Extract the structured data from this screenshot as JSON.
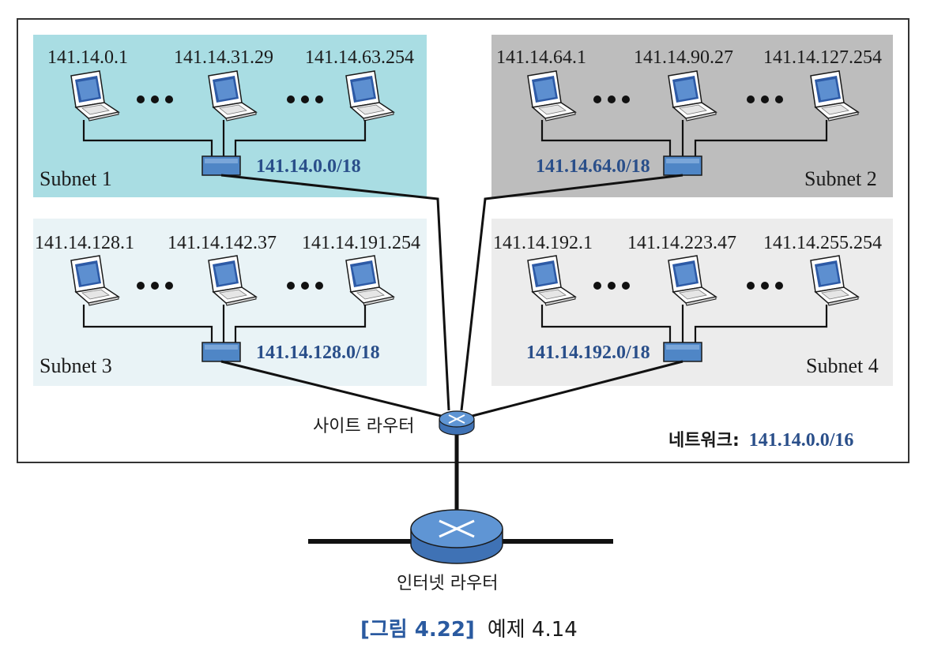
{
  "network": {
    "label": "네트워크:",
    "address": "141.14.0.0/16"
  },
  "site_router": {
    "label": "사이트 라우터"
  },
  "internet_router": {
    "label": "인터넷 라우터"
  },
  "caption": {
    "figure": "[그림 4.22]",
    "title": "예제 4.14"
  },
  "subnets": [
    {
      "name": "Subnet 1",
      "address": "141.14.0.0/18",
      "hosts": [
        "141.14.0.1",
        "141.14.31.29",
        "141.14.63.254"
      ],
      "bg": "#a9dde3"
    },
    {
      "name": "Subnet 2",
      "address": "141.14.64.0/18",
      "hosts": [
        "141.14.64.1",
        "141.14.90.27",
        "141.14.127.254"
      ],
      "bg": "#bdbdbd"
    },
    {
      "name": "Subnet 3",
      "address": "141.14.128.0/18",
      "hosts": [
        "141.14.128.1",
        "141.14.142.37",
        "141.14.191.254"
      ],
      "bg": "#e9f3f6"
    },
    {
      "name": "Subnet 4",
      "address": "141.14.192.0/18",
      "hosts": [
        "141.14.192.1",
        "141.14.223.47",
        "141.14.255.254"
      ],
      "bg": "#ececec"
    }
  ],
  "icons": {
    "host": "laptop-icon",
    "switch": "switch-icon",
    "router": "router-icon",
    "ellipsis": "ellipsis-icon"
  },
  "colors": {
    "network_text": "#2a4f8a",
    "device_blue": "#4f86c6",
    "caption_blue": "#2a5aa0"
  }
}
